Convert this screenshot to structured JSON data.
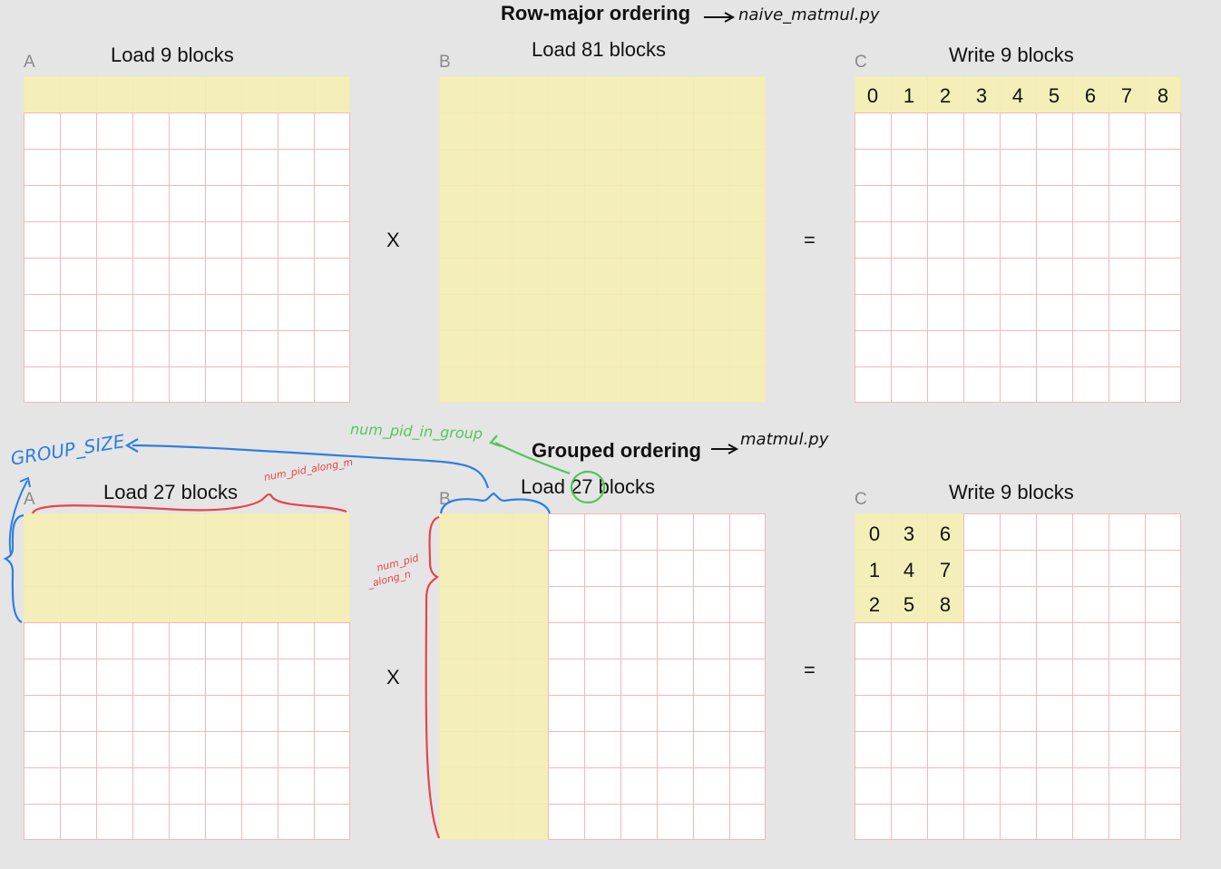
{
  "row_major": {
    "title": "Row-major ordering",
    "file_note": "naive_matmul.py",
    "A": {
      "letter": "A",
      "label": "Load 9 blocks"
    },
    "B": {
      "letter": "B",
      "label": "Load 81 blocks"
    },
    "C": {
      "letter": "C",
      "label": "Write 9 blocks",
      "cells": [
        "0",
        "1",
        "2",
        "3",
        "4",
        "5",
        "6",
        "7",
        "8"
      ]
    },
    "times": "X",
    "equals": "="
  },
  "grouped": {
    "title": "Grouped ordering",
    "file_note": "matmul.py",
    "A": {
      "letter": "A",
      "label": "Load 27 blocks"
    },
    "B": {
      "letter": "B",
      "label_pre": "Load ",
      "label_num": "27",
      "label_post": " blocks"
    },
    "C": {
      "letter": "C",
      "label": "Write 9 blocks",
      "cells": [
        [
          "0",
          "3",
          "6"
        ],
        [
          "1",
          "4",
          "7"
        ],
        [
          "2",
          "5",
          "8"
        ]
      ]
    },
    "times": "X",
    "equals": "=",
    "annotations": {
      "group_size": "GROUP_SIZE",
      "num_pid_in_group": "num_pid_in_group",
      "num_pid_along_m": "num_pid_along_m",
      "num_pid_along_n_1": "num_pid",
      "num_pid_along_n_2": "_along_n"
    }
  },
  "colors": {
    "highlight": "#f3eeb2",
    "grid_line": "#f3b8b8",
    "annotation_blue": "#2e7fe0",
    "annotation_red": "#e8434b",
    "annotation_green": "#55c55a"
  }
}
